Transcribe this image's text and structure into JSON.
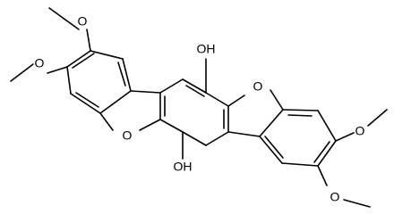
{
  "molecule": {
    "labels": {
      "hydroxyl_top": "OH",
      "hydroxyl_bottom": "OH",
      "ring_oxygen_left": "O",
      "ring_oxygen_right": "O",
      "methoxy_top_left_upper": "O",
      "methoxy_top_left_lower": "O",
      "methoxy_bottom_right_upper": "O",
      "methoxy_bottom_right_lower": "O"
    }
  }
}
